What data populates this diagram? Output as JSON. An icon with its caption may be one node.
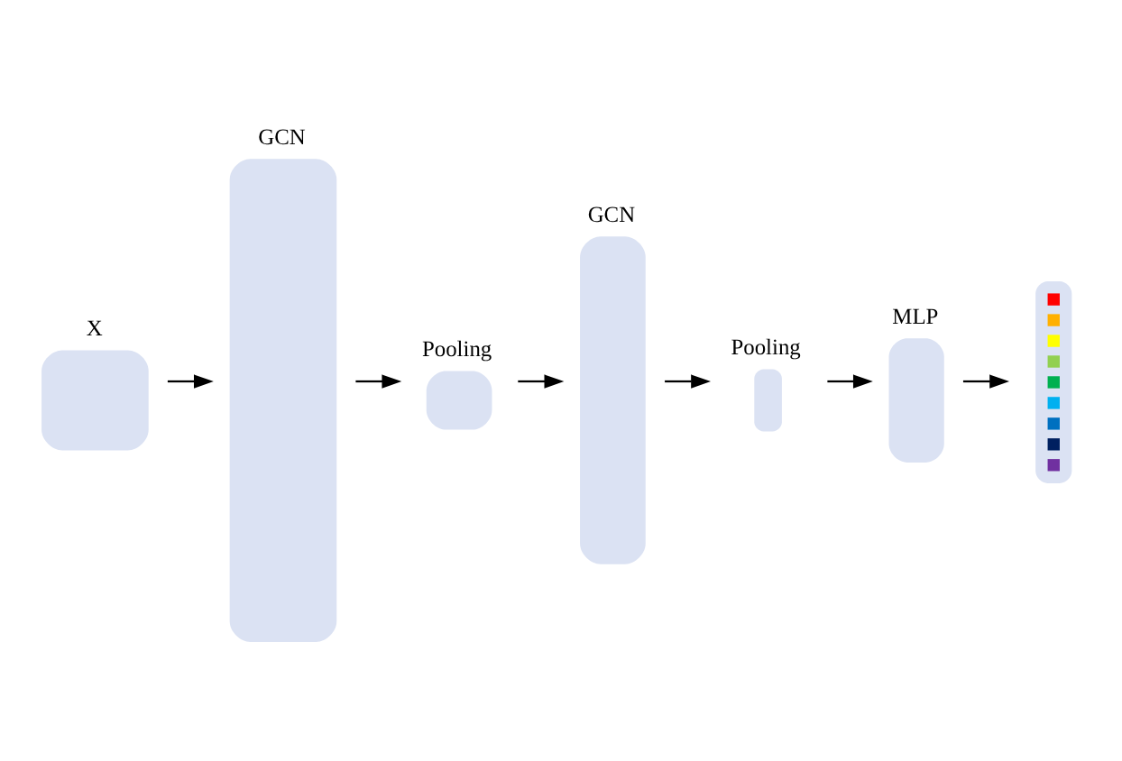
{
  "diagram": {
    "nodes": [
      {
        "text": [
          "X"
        ]
      },
      {
        "text": [
          "GCN"
        ]
      },
      {
        "text": [
          "Pooling"
        ]
      },
      {
        "text": [
          "GCN"
        ]
      },
      {
        "text": [
          "Pooling"
        ]
      },
      {
        "text": [
          "MLP"
        ]
      },
      {
        "text": [],
        "shape": "box"
      }
    ],
    "edges": [
      {
        "from": 0,
        "to": 1,
        "arrow": "to"
      },
      {
        "from": 1,
        "to": 2,
        "arrow": "to"
      },
      {
        "from": 2,
        "to": 3,
        "arrow": "to"
      },
      {
        "from": 3,
        "to": 4,
        "arrow": "to"
      },
      {
        "from": 4,
        "to": 5,
        "arrow": "to"
      },
      {
        "from": 5,
        "to": 6,
        "arrow": "to"
      }
    ]
  }
}
